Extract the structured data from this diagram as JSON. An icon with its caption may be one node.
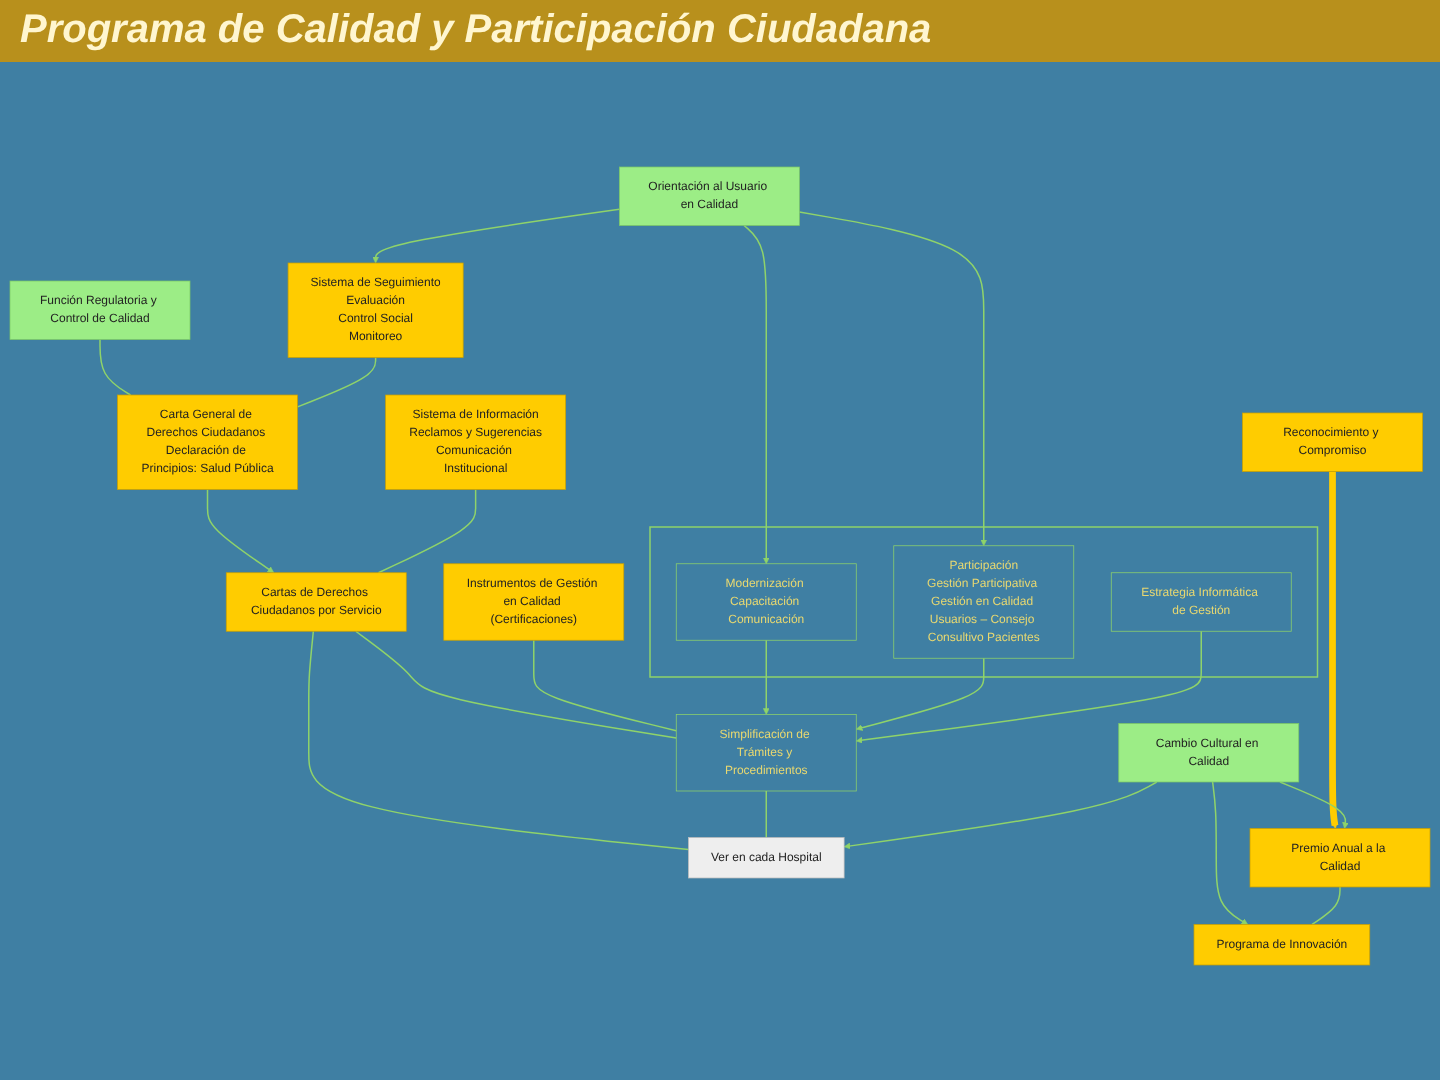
{
  "diagram": {
    "title": "Programa de Calidad y Participación Ciudadana",
    "nodes": [
      {
        "text": [
          "Función Regulatoria y Control de Calidad"
        ]
      },
      {
        "text": [
          "Reconocimiento y Compromiso"
        ]
      },
      {
        "text": [
          "Sistema de Seguimiento",
          "Evaluación",
          "Control Social",
          "Monitoreo"
        ]
      },
      {
        "text": [
          "Carta General de Derechos Ciudadanos Declaración de Principios: Salud Pública"
        ]
      },
      {
        "text": [
          "Sistema de Información",
          "Reclamos y Sugerencias",
          "Comunicación Institucional"
        ]
      },
      {
        "text": [
          "Cartas de Derechos Ciudadanos por Servicio"
        ]
      },
      {
        "text": [
          "Ver en cada Hospital"
        ]
      },
      {
        "text": [
          "Premio Anual a la Calidad"
        ]
      },
      {
        "text": [
          "Instrumentos de Gestión en Calidad (Certificaciones)"
        ]
      },
      {
        "text": [
          "Simplificación de Trámites y Procedimientos"
        ]
      },
      {
        "text": [],
        "shape": "box"
      },
      {
        "text": [
          "Modernización Capacitación Comunicación"
        ],
        "in": 10
      },
      {
        "text": [
          "Participación",
          "Gestión Participativa Gestión en Calidad Usuarios – Consejo Consultivo Pacientes"
        ],
        "in": 10
      },
      {
        "text": [
          "Estrategia Informática de Gestión"
        ],
        "in": 10
      },
      {
        "text": [
          "Programa de Innovación"
        ]
      },
      {
        "text": [
          "Orientación al Usuario en Calidad"
        ]
      },
      {
        "text": [
          "Cambio Cultural en Calidad"
        ]
      }
    ],
    "edges": [
      {
        "from": 1,
        "to": 7,
        "arrow": "to",
        "style": "thick",
        "color": "#ffcc00"
      },
      {
        "from": 0,
        "to": 3,
        "arrow": "none"
      },
      {
        "from": 2,
        "to": 3,
        "arrow": "none"
      },
      {
        "from": 3,
        "to": 5,
        "arrow": "to"
      },
      {
        "from": 4,
        "to": 5,
        "arrow": "none"
      },
      {
        "from": 5,
        "to": 9,
        "arrow": "none"
      },
      {
        "from": 8,
        "to": 9,
        "arrow": "none"
      },
      {
        "from": 11,
        "to": 9,
        "arrow": "to"
      },
      {
        "from": 12,
        "to": 9,
        "arrow": "to"
      },
      {
        "from": 13,
        "to": 9,
        "arrow": "to"
      },
      {
        "from": 5,
        "to": 6,
        "arrow": "none"
      },
      {
        "from": 9,
        "to": 6,
        "arrow": "none"
      },
      {
        "from": 15,
        "to": 2,
        "arrow": "to"
      },
      {
        "from": 15,
        "to": 11,
        "arrow": "to"
      },
      {
        "from": 15,
        "to": 12,
        "arrow": "to"
      },
      {
        "from": 16,
        "to": 7,
        "arrow": "to"
      },
      {
        "from": 16,
        "to": 6,
        "arrow": "to"
      },
      {
        "from": 16,
        "to": 14,
        "arrow": "to"
      },
      {
        "from": 7,
        "to": 14,
        "arrow": "none"
      }
    ]
  }
}
